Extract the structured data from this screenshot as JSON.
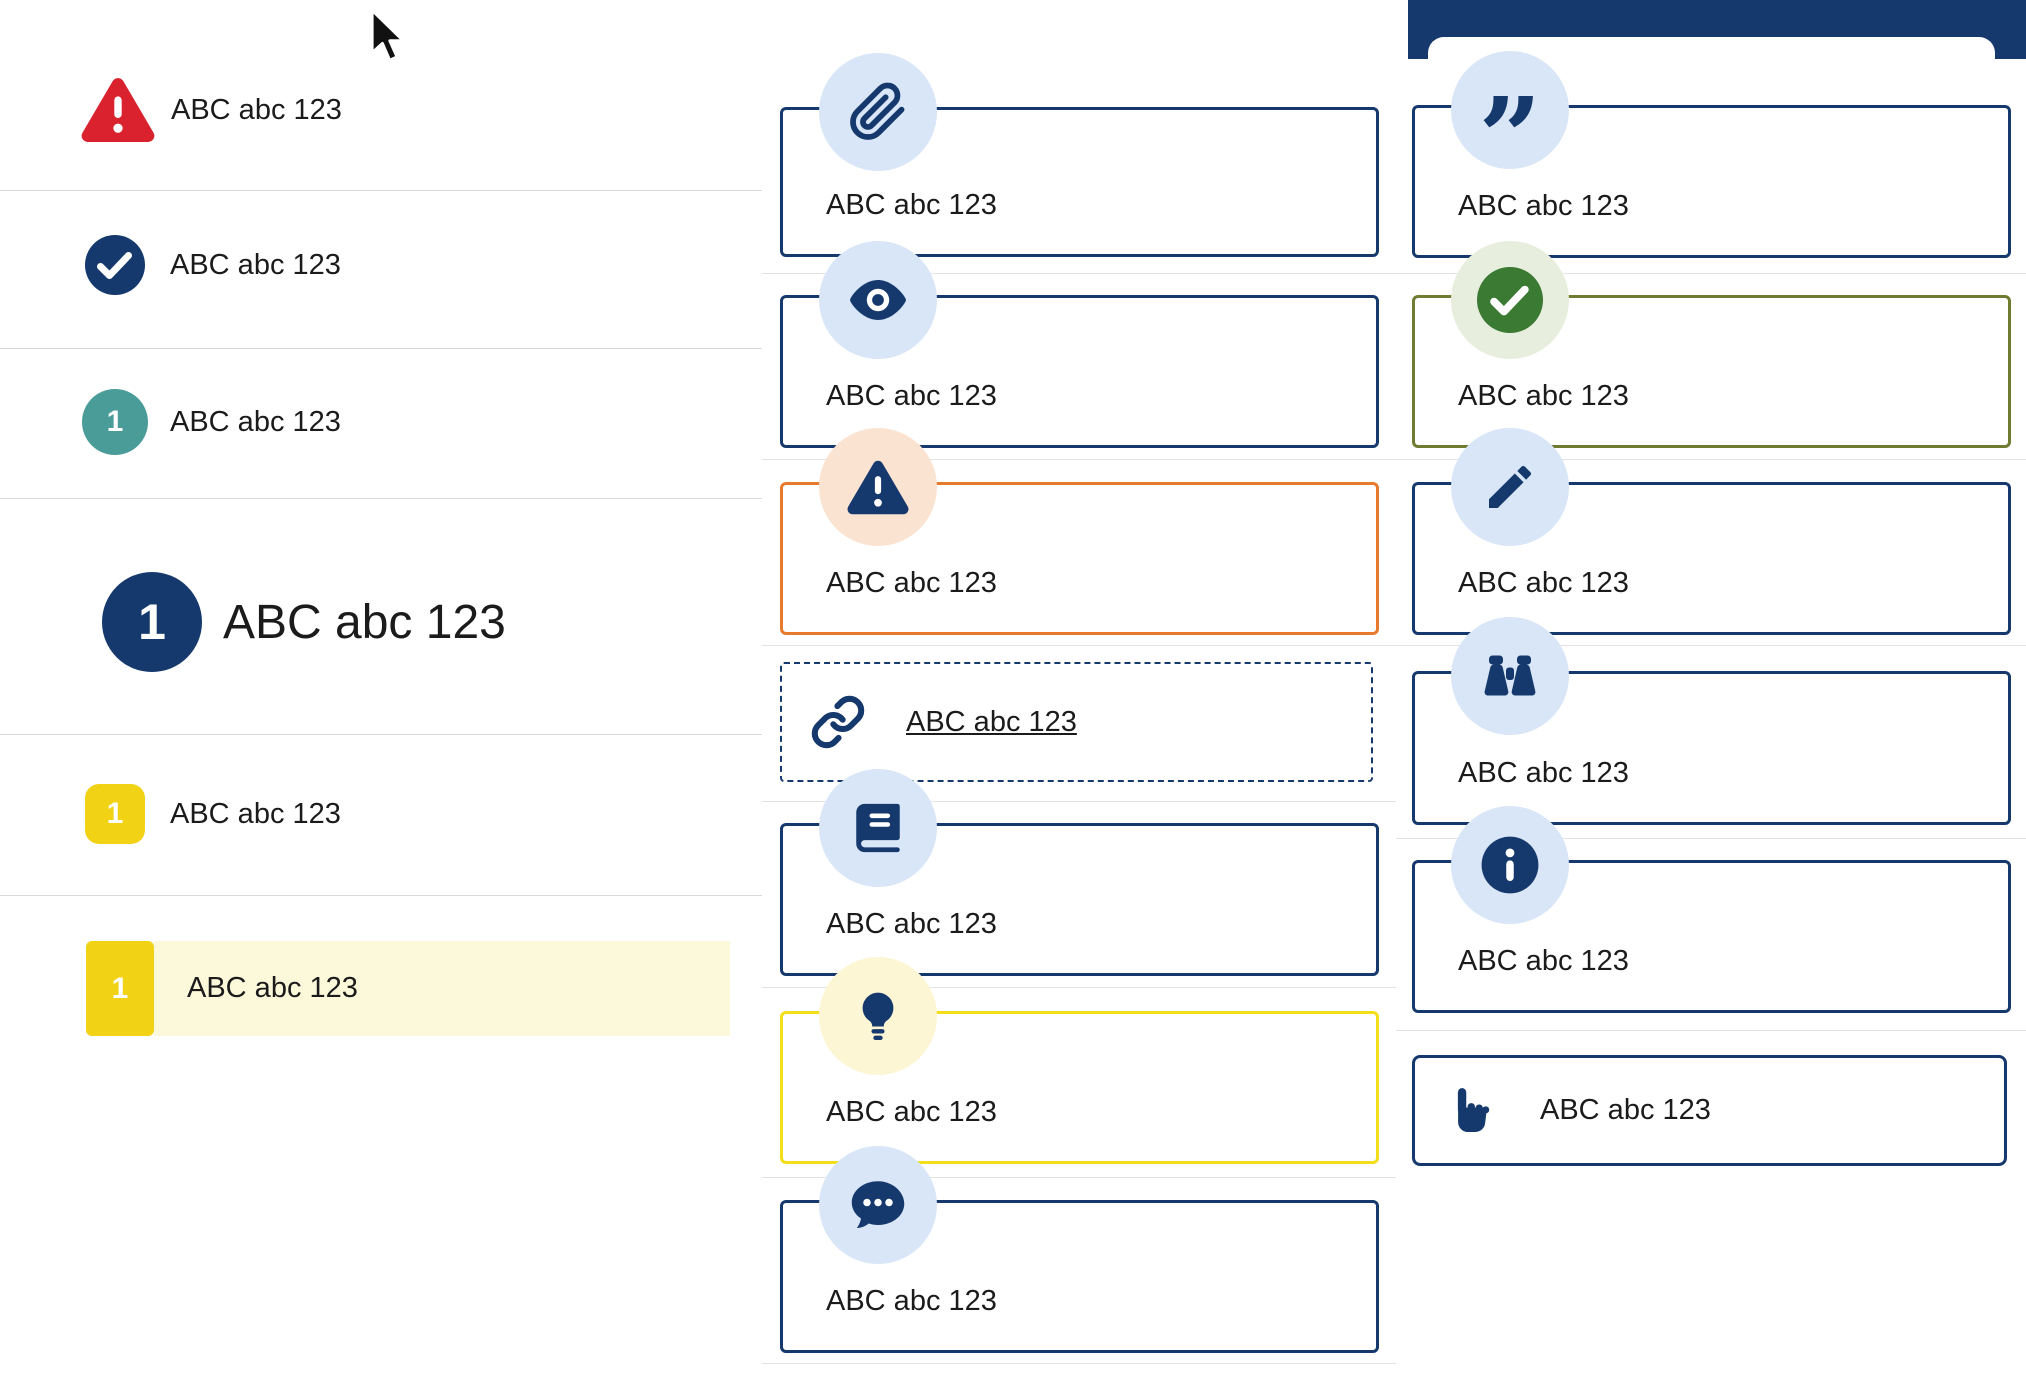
{
  "colors": {
    "navy": "#16396d",
    "light_blue": "#d9e6f7",
    "red": "#d9222e",
    "teal": "#4a9c99",
    "yellow": "#f1d214",
    "yellow_highlight": "#fcf8da",
    "yellow_border": "#f2de19",
    "orange": "#e87a2e",
    "peach": "#fbe3d1",
    "olive": "#6f7b31",
    "green": "#3a7a33",
    "green_light": "#e8eedd"
  },
  "left_list": {
    "items": [
      {
        "label": "ABC abc 123"
      },
      {
        "label": "ABC abc 123"
      },
      {
        "badge": "1",
        "label": "ABC abc 123"
      },
      {
        "badge": "1",
        "label": "ABC abc 123"
      },
      {
        "badge": "1",
        "label": "ABC abc 123"
      },
      {
        "badge": "1",
        "label": "ABC abc 123"
      }
    ]
  },
  "middle_callouts": [
    {
      "icon": "paperclip-icon",
      "label": "ABC abc 123"
    },
    {
      "icon": "eye-icon",
      "label": "ABC abc 123"
    },
    {
      "icon": "warning-triangle-icon",
      "label": "ABC abc 123"
    },
    {
      "icon": "link-icon",
      "label": "ABC abc 123"
    },
    {
      "icon": "book-icon",
      "label": "ABC abc 123"
    },
    {
      "icon": "lightbulb-icon",
      "label": "ABC abc 123"
    },
    {
      "icon": "chat-dots-icon",
      "label": "ABC abc 123"
    }
  ],
  "right_callouts": [
    {
      "icon": "quote-icon",
      "label": "ABC abc 123"
    },
    {
      "icon": "check-circle-icon",
      "label": "ABC abc 123"
    },
    {
      "icon": "pencil-icon",
      "label": "ABC abc 123"
    },
    {
      "icon": "binoculars-icon",
      "label": "ABC abc 123"
    },
    {
      "icon": "info-icon",
      "label": "ABC abc 123"
    },
    {
      "icon": "hand-pointer-icon",
      "label": "ABC abc 123"
    }
  ],
  "icons": {
    "quote_glyph": "”"
  }
}
